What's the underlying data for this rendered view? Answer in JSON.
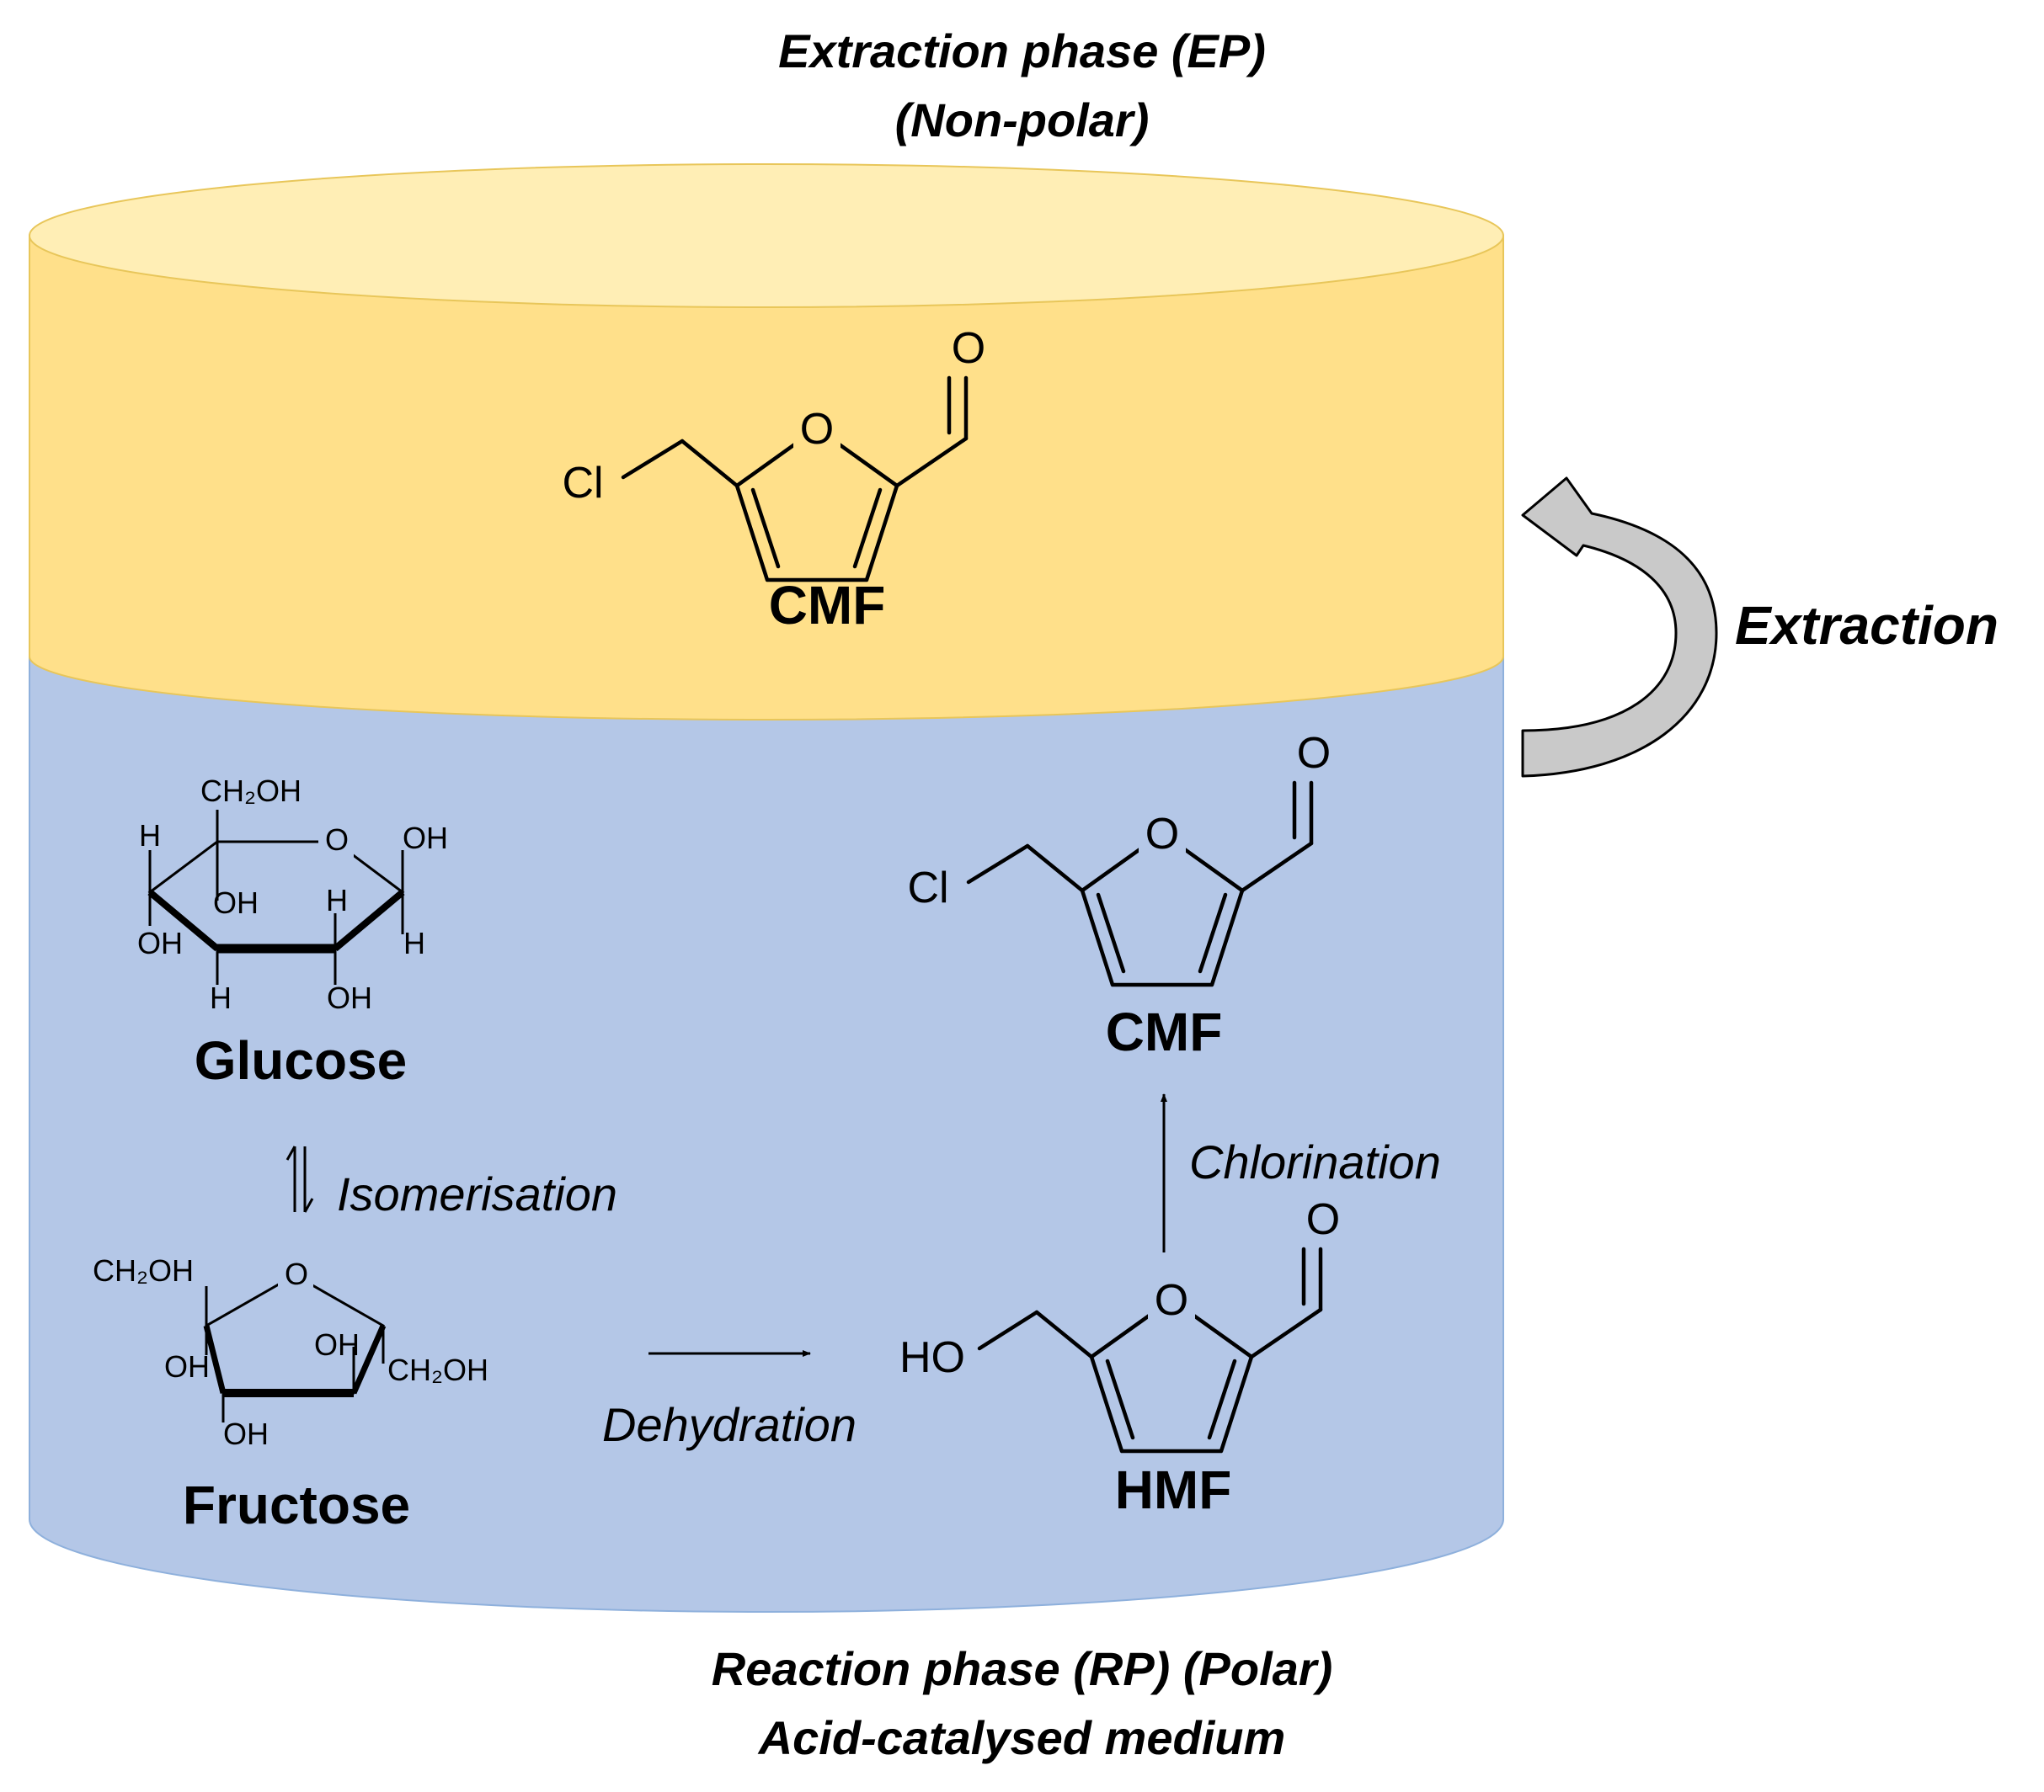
{
  "captions": {
    "ep_title": "Extraction phase (EP)",
    "ep_sub": "(Non-polar)",
    "rp_title": "Reaction phase (RP) (Polar)",
    "rp_sub": "Acid-catalysed medium"
  },
  "colors": {
    "extraction_phase": "#FFE08A",
    "extraction_top": "#FFEEB5",
    "reaction_phase": "#B4C7E7",
    "reaction_edge": "#8EB0DC",
    "arrow_fill": "#C9C9C9"
  },
  "molecules": {
    "cmf_top": {
      "label": "CMF",
      "substituent": "Cl",
      "ring_o": "O",
      "carbonyl_o": "O"
    },
    "cmf_bottom": {
      "label": "CMF",
      "substituent": "Cl",
      "ring_o": "O",
      "carbonyl_o": "O"
    },
    "hmf": {
      "label": "HMF",
      "substituent": "HO",
      "ring_o": "O",
      "carbonyl_o": "O"
    },
    "glucose": {
      "label": "Glucose",
      "atoms": {
        "ch2oh": "CH₂OH",
        "ring_o": "O",
        "oh_c1": "OH",
        "h_c1": "H",
        "h_c4": "H",
        "oh_c4": "OH",
        "oh_c3": "OH",
        "h_c3": "H",
        "h_c2": "H",
        "oh_c2": "OH"
      }
    },
    "fructose": {
      "label": "Fructose",
      "atoms": {
        "ch2oh_left": "CH₂OH",
        "ring_o": "O",
        "oh_left": "OH",
        "oh_bottom": "OH",
        "oh_right": "OH",
        "ch2oh_right": "CH₂OH"
      }
    }
  },
  "steps": {
    "isomerisation": "Isomerisation",
    "dehydration": "Dehydration",
    "chlorination": "Chlorination",
    "extraction": "Extraction"
  }
}
